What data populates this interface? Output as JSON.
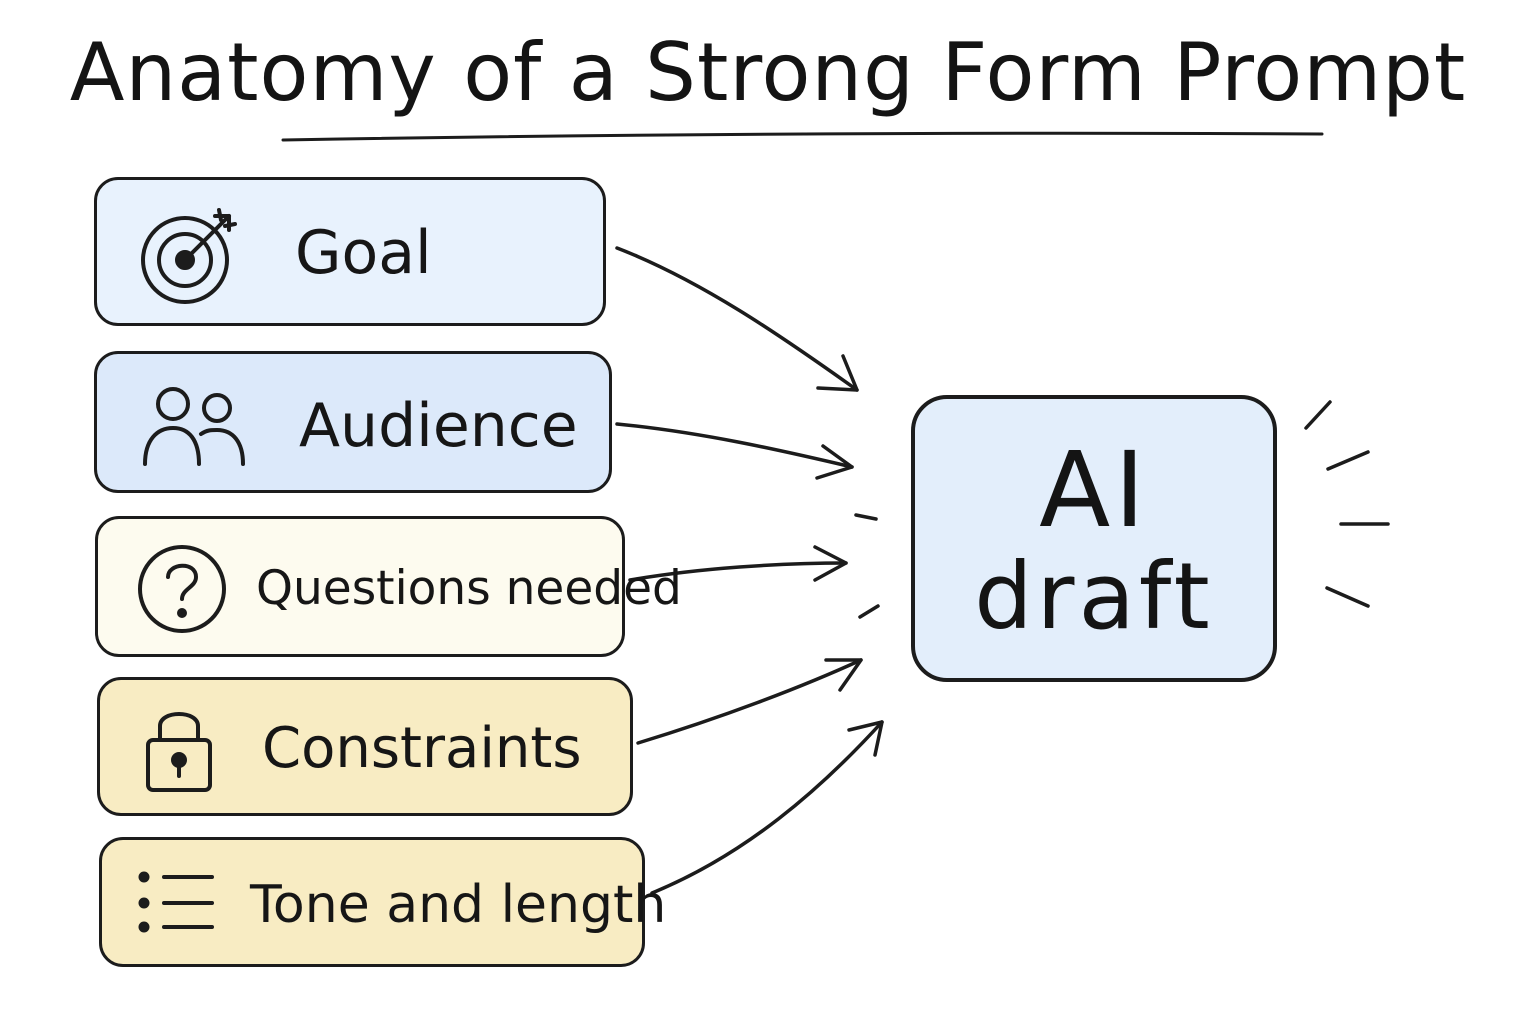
{
  "title": "Anatomy of a Strong Form Prompt",
  "inputs": [
    {
      "label": "Goal",
      "icon": "target-icon",
      "fill": "#e8f2fd"
    },
    {
      "label": "Audience",
      "icon": "people-icon",
      "fill": "#dce9fa"
    },
    {
      "label": "Questions needed",
      "icon": "question-icon",
      "fill": "#fdfbef"
    },
    {
      "label": "Constraints",
      "icon": "lock-icon",
      "fill": "#f8ecc3"
    },
    {
      "label": "Tone and length",
      "icon": "list-icon",
      "fill": "#f8ecc3"
    }
  ],
  "output": {
    "line1": "AI",
    "line2": "draft",
    "fill": "#e3eefb"
  },
  "colors": {
    "stroke": "#1c1c1c"
  }
}
